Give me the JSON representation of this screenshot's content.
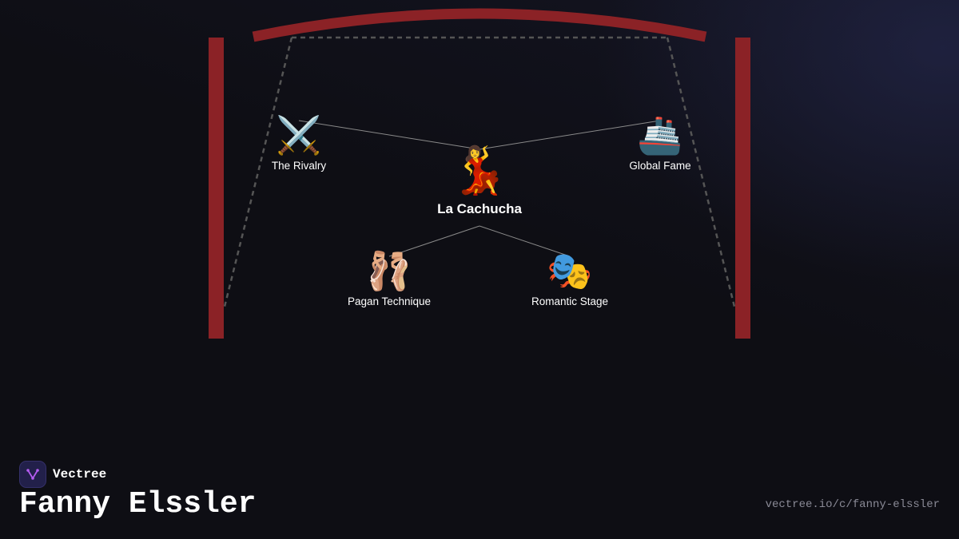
{
  "colors": {
    "background": "#0e0e14",
    "curtain": "#8b2226",
    "connector": "#8a8a8a",
    "spotlight": "#555555",
    "brand_tile": "#22204a",
    "brand_mark": "#b45cf0",
    "url_text": "#8a8a96"
  },
  "diagram": {
    "center": {
      "icon": "dancer-icon",
      "emoji": "💃",
      "label": "La Cachucha"
    },
    "nodes": [
      {
        "id": "rivalry",
        "icon": "crossed-swords-icon",
        "emoji": "⚔️",
        "label": "The Rivalry"
      },
      {
        "id": "fame",
        "icon": "ship-icon",
        "emoji": "🚢",
        "label": "Global Fame"
      },
      {
        "id": "pagan",
        "icon": "ballet-shoes-icon",
        "emoji": "🩰",
        "label": "Pagan Technique"
      },
      {
        "id": "romantic",
        "icon": "theater-masks-icon",
        "emoji": "🎭",
        "label": "Romantic Stage"
      }
    ]
  },
  "footer": {
    "brand": "Vectree",
    "brand_icon": "vectree-logo-icon",
    "title": "Fanny Elssler",
    "url": "vectree.io/c/fanny-elssler"
  }
}
